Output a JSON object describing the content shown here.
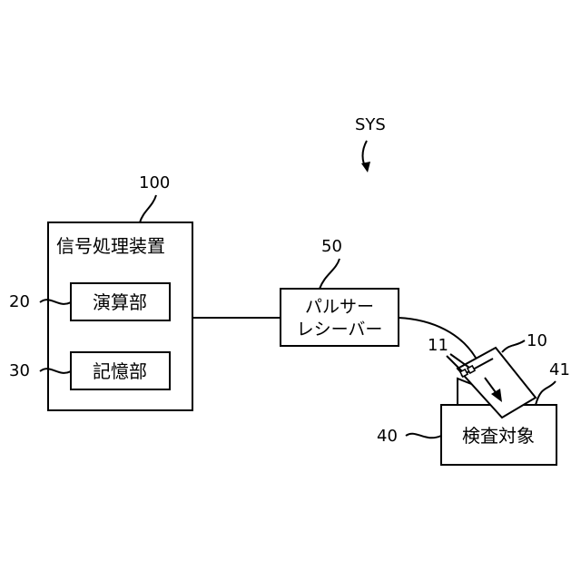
{
  "system": {
    "ref": "SYS"
  },
  "signal_processor": {
    "ref": "100",
    "title": "信号処理装置"
  },
  "arithmetic_unit": {
    "ref": "20",
    "label": "演算部"
  },
  "storage_unit": {
    "ref": "30",
    "label": "記憶部"
  },
  "pulser_receiver": {
    "ref": "50",
    "line1": "パルサー",
    "line2": "レシーバー"
  },
  "probe": {
    "ref": "10",
    "element_ref": "11"
  },
  "inspection_target": {
    "ref": "40",
    "label": "検査対象",
    "surface_ref": "41"
  }
}
